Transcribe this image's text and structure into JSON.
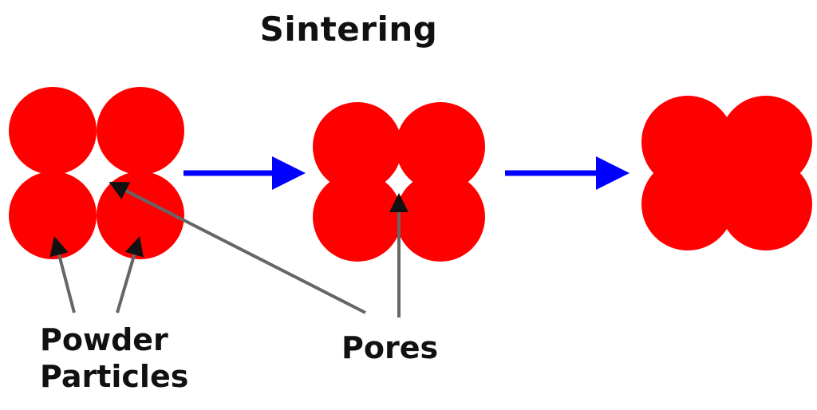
{
  "title": "Sintering",
  "labels": {
    "powder_line1": "Powder",
    "powder_line2": "Particles",
    "pores": "Pores"
  },
  "colors": {
    "particle": "#ff0000",
    "process_arrow": "#0000ff",
    "pointer_arrow": "#555555",
    "text": "#111111"
  },
  "stages": [
    "loose-powder",
    "necking-with-pore",
    "densified"
  ]
}
